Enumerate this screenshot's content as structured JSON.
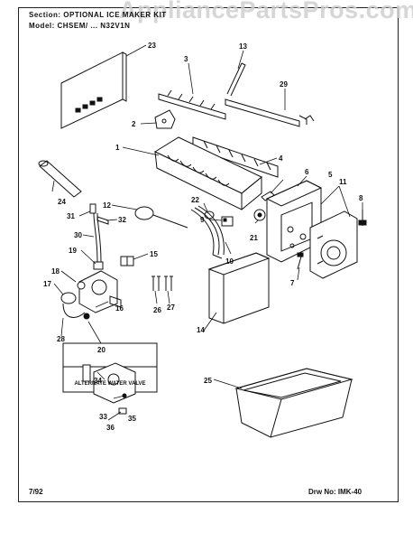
{
  "header": {
    "section_line": "Section: OPTIONAL ICE MAKER KIT",
    "model_line": "Model: CHSEM/ ... N32V1N"
  },
  "watermark": "AppliancePartsPros.com",
  "callouts": [
    "1",
    "2",
    "3",
    "4",
    "5",
    "6",
    "7",
    "8",
    "9",
    "10",
    "11",
    "11",
    "12",
    "13",
    "14",
    "15",
    "16",
    "17",
    "18",
    "19",
    "20",
    "21",
    "22",
    "23",
    "24",
    "25",
    "26",
    "27",
    "28",
    "29",
    "30",
    "31",
    "32",
    "33",
    "34",
    "35",
    "36"
  ],
  "inset": {
    "label": "ALTERNATE WATER VALVE"
  },
  "footer": {
    "date": "7/92",
    "drawing_number": "Drw No: IMK-40"
  },
  "colors": {
    "line": "#111111",
    "watermark": "#cfcfcf",
    "background": "#ffffff"
  }
}
